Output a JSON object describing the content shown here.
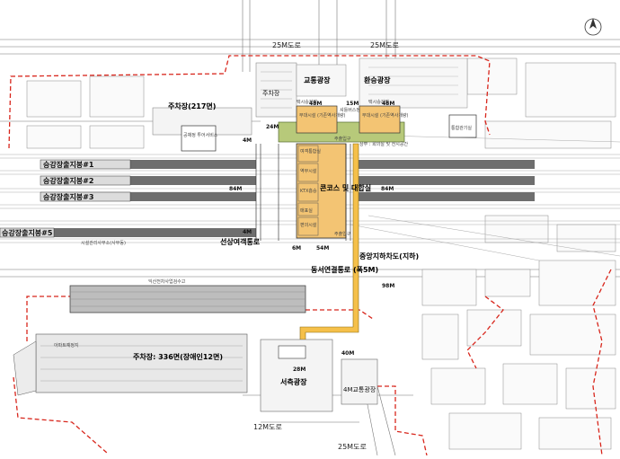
{
  "roads": {
    "top_left": "25M도로",
    "top_right": "25M도로",
    "bottom_right": "25M도로",
    "bottom_mid": "12M도로"
  },
  "plazas": {
    "traffic": "교통광장",
    "transfer": "환승광장",
    "west": "서측광장"
  },
  "areas": {
    "parking_north": "주차장(217면)",
    "parking_small": "주차장",
    "parking_south": "주차장: 336면(장애인12면)",
    "public_service": "공채정 투어서비스",
    "apartment": "아파트예정지",
    "warehouse": "익산전차사업검수고",
    "maintenance": "시설관리사무소(사무동)",
    "existing_building": "통합관기실"
  },
  "station": {
    "concourse": "콘코스 및 대합실",
    "ticket": "여객통합실",
    "station_service": "역무시설",
    "ktx": "KTX흡승",
    "ticketing": "매표실",
    "convenience": "편의시설",
    "upper_note": "상부 : 회의실 및 전시공간",
    "sub_fac_left": "부대시설 (기존역사개량)",
    "sub_fac_right": "부대시설 (기존역사개량)",
    "entrance": "주출입구",
    "entrance2": "주출입구",
    "taxi_left": "택시승강장",
    "taxi_right": "택시승강장",
    "bus": "셔틀버스정"
  },
  "tracks": [
    "승강장출지붕#1",
    "승강장출지붕#2",
    "승강장출지붕#3",
    "승강장출지붕#5"
  ],
  "corridors": {
    "east_west_passage": "동서연결통로 (폭5M)",
    "central_underpass": "중앙지하차도(지하)",
    "station_passage": "선상여객통로",
    "plaza_east": "4M교통광장"
  },
  "dimensions": {
    "d48_left": "48M",
    "d15": "15M",
    "d48_right": "48M",
    "d24": "24M",
    "d4_upper": "4M",
    "d84_left": "84M",
    "d84_right": "84M",
    "d4_lower": "4M",
    "d6": "6M",
    "d54": "54M",
    "d98": "98M",
    "d28": "28M",
    "d40": "40M"
  },
  "colors": {
    "station": "#f3c473",
    "corridor": "#f5c04a",
    "canopy": "#b7c97a",
    "boundary": "#d8261c",
    "platform": "#6e6e6e"
  }
}
